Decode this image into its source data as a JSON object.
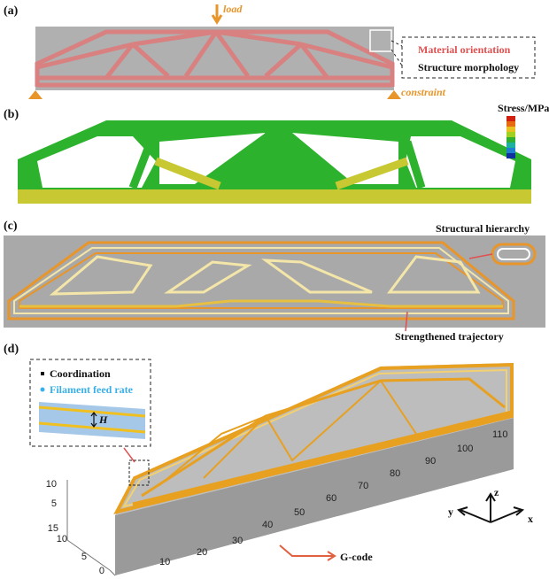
{
  "panels": {
    "a": {
      "label": "(a)",
      "load": "load",
      "constraint": "constraint",
      "legend": {
        "material": "Material orientation",
        "structure": "Structure morphology"
      }
    },
    "b": {
      "label": "(b)",
      "colorbar_title": "Stress/MPa"
    },
    "c": {
      "label": "(c)",
      "hierarchy": "Structural hierarchy",
      "trajectory": "Strengthened trajectory"
    },
    "d": {
      "label": "(d)",
      "inset": {
        "coordination": "Coordination",
        "feed_rate": "Filament feed rate",
        "h": "H"
      },
      "gcode": "G-code",
      "axes": {
        "x": "x",
        "y": "y",
        "z": "z"
      },
      "x_ticks": [
        "10",
        "20",
        "30",
        "40",
        "50",
        "60",
        "70",
        "80",
        "90",
        "100",
        "110"
      ],
      "y_ticks": [
        "0",
        "5",
        "10",
        "15"
      ],
      "z_ticks": [
        "5",
        "10"
      ]
    }
  },
  "colors": {
    "accent": "#e8952a",
    "green": "#2db22d",
    "yellow": "#c8c832",
    "gray": "#a9a9a9",
    "red": "#e03020",
    "blue": "#3ab0e8"
  }
}
